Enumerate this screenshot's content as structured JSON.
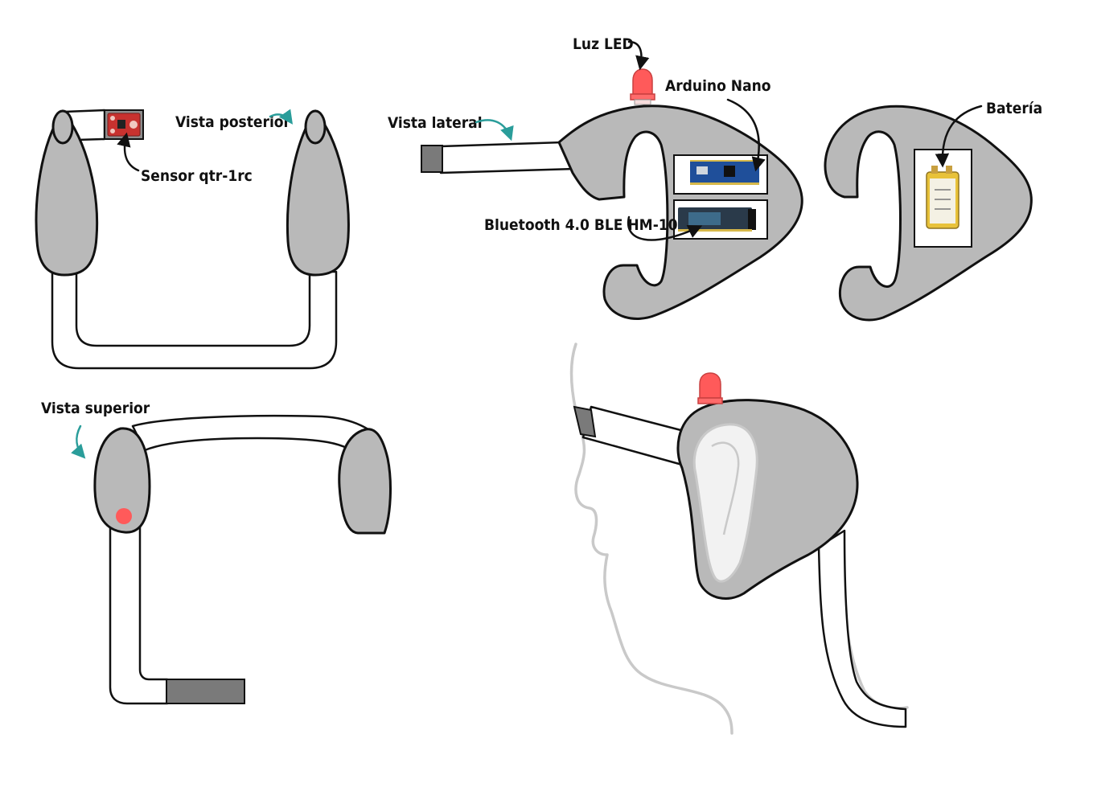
{
  "labels": {
    "sensor": "Sensor qtr-1rc",
    "vista_posterior": "Vista posterior",
    "vista_lateral": "Vista lateral",
    "luz_led": "Luz LED",
    "arduino_nano": "Arduino Nano",
    "bluetooth": "Bluetooth 4.0 BLE HM-10",
    "bateria": "Batería",
    "vista_superior": "Vista superior"
  },
  "colors": {
    "shell_gray": "#b9b9b9",
    "outline": "#111111",
    "accent_teal": "#2a9d9a",
    "led_red": "#ff5a5a",
    "arduino_blue": "#1f4f9a",
    "pcb_dark": "#2a3a4a",
    "sensor_red": "#c8322f",
    "battery_yellow": "#e8c23a",
    "skin_outline": "#c9c9c9"
  }
}
